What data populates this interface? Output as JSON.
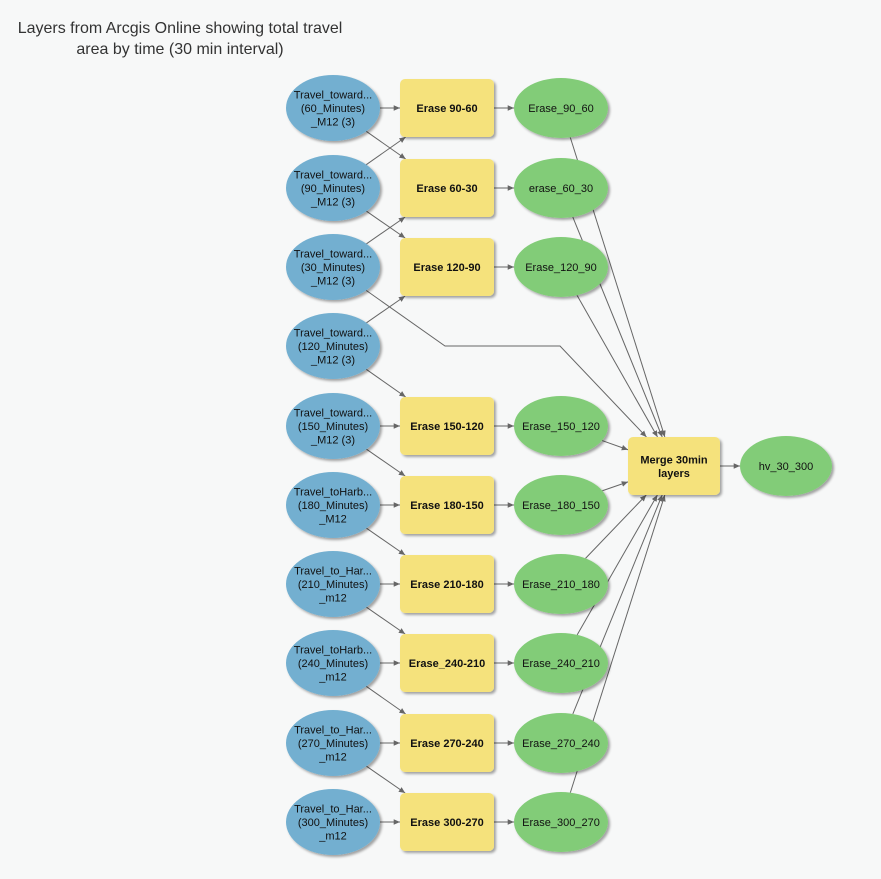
{
  "title": {
    "line1": "Layers from Arcgis Online showing total travel",
    "line2": "area by time (30 min interval)"
  },
  "colors": {
    "input": "#73afd0",
    "tool": "#f5e27c",
    "output": "#82cc78",
    "edge": "#666666"
  },
  "inputs": [
    {
      "id": "in60",
      "lines": [
        "Travel_toward...",
        "(60_Minutes)",
        "_M12 (3)"
      ]
    },
    {
      "id": "in90",
      "lines": [
        "Travel_toward...",
        "(90_Minutes)",
        "_M12 (3)"
      ]
    },
    {
      "id": "in30",
      "lines": [
        "Travel_toward...",
        "(30_Minutes)",
        "_M12 (3)"
      ]
    },
    {
      "id": "in120",
      "lines": [
        "Travel_toward...",
        "(120_Minutes)",
        "_M12 (3)"
      ]
    },
    {
      "id": "in150",
      "lines": [
        "Travel_toward...",
        "(150_Minutes)",
        "_M12 (3)"
      ]
    },
    {
      "id": "in180",
      "lines": [
        "Travel_toHarb...",
        "(180_Minutes)",
        "_M12"
      ]
    },
    {
      "id": "in210",
      "lines": [
        "Travel_to_Har...",
        "(210_Minutes)",
        "_m12"
      ]
    },
    {
      "id": "in240",
      "lines": [
        "Travel_toHarb...",
        "(240_Minutes)",
        "_m12"
      ]
    },
    {
      "id": "in270",
      "lines": [
        "Travel_to_Har...",
        "(270_Minutes)",
        "_m12"
      ]
    },
    {
      "id": "in300",
      "lines": [
        "Travel_to_Har...",
        "(300_Minutes)",
        "_m12"
      ]
    }
  ],
  "tools": [
    {
      "id": "t1",
      "lines": [
        "Erase 90-60"
      ]
    },
    {
      "id": "t2",
      "lines": [
        "Erase 60-30"
      ]
    },
    {
      "id": "t3",
      "lines": [
        "Erase 120-90"
      ]
    },
    {
      "id": "t4",
      "lines": [
        "Erase 150-120"
      ]
    },
    {
      "id": "t5",
      "lines": [
        "Erase  180-150"
      ]
    },
    {
      "id": "t6",
      "lines": [
        "Erase 210-180"
      ]
    },
    {
      "id": "t7",
      "lines": [
        "Erase_240-210"
      ]
    },
    {
      "id": "t8",
      "lines": [
        "Erase 270-240"
      ]
    },
    {
      "id": "t9",
      "lines": [
        "Erase  300-270"
      ]
    },
    {
      "id": "merge",
      "lines": [
        "Merge 30min",
        "layers"
      ]
    }
  ],
  "outputs": [
    {
      "id": "o1",
      "lines": [
        "Erase_90_60"
      ]
    },
    {
      "id": "o2",
      "lines": [
        "erase_60_30"
      ]
    },
    {
      "id": "o3",
      "lines": [
        "Erase_120_90"
      ]
    },
    {
      "id": "o4",
      "lines": [
        "Erase_150_120"
      ]
    },
    {
      "id": "o5",
      "lines": [
        "Erase_180_150"
      ]
    },
    {
      "id": "o6",
      "lines": [
        "Erase_210_180"
      ]
    },
    {
      "id": "o7",
      "lines": [
        "Erase_240_210"
      ]
    },
    {
      "id": "o8",
      "lines": [
        "Erase_270_240"
      ]
    },
    {
      "id": "o9",
      "lines": [
        "Erase_300_270"
      ]
    },
    {
      "id": "final",
      "lines": [
        "hv_30_300"
      ]
    }
  ],
  "edges": [
    [
      "in60",
      "t1"
    ],
    [
      "in60",
      "t2"
    ],
    [
      "in90",
      "t1"
    ],
    [
      "in90",
      "t3"
    ],
    [
      "in30",
      "t2"
    ],
    [
      "in30",
      "merge"
    ],
    [
      "in120",
      "t3"
    ],
    [
      "in120",
      "t4"
    ],
    [
      "in150",
      "t4"
    ],
    [
      "in150",
      "t5"
    ],
    [
      "in180",
      "t5"
    ],
    [
      "in180",
      "t6"
    ],
    [
      "in210",
      "t6"
    ],
    [
      "in210",
      "t7"
    ],
    [
      "in240",
      "t7"
    ],
    [
      "in240",
      "t8"
    ],
    [
      "in270",
      "t8"
    ],
    [
      "in270",
      "t9"
    ],
    [
      "in300",
      "t9"
    ],
    [
      "t1",
      "o1"
    ],
    [
      "t2",
      "o2"
    ],
    [
      "t3",
      "o3"
    ],
    [
      "t4",
      "o4"
    ],
    [
      "t5",
      "o5"
    ],
    [
      "t6",
      "o6"
    ],
    [
      "t7",
      "o7"
    ],
    [
      "t8",
      "o8"
    ],
    [
      "t9",
      "o9"
    ],
    [
      "o1",
      "merge"
    ],
    [
      "o2",
      "merge"
    ],
    [
      "o3",
      "merge"
    ],
    [
      "o4",
      "merge"
    ],
    [
      "o5",
      "merge"
    ],
    [
      "o6",
      "merge"
    ],
    [
      "o7",
      "merge"
    ],
    [
      "o8",
      "merge"
    ],
    [
      "o9",
      "merge"
    ],
    [
      "merge",
      "final"
    ]
  ]
}
